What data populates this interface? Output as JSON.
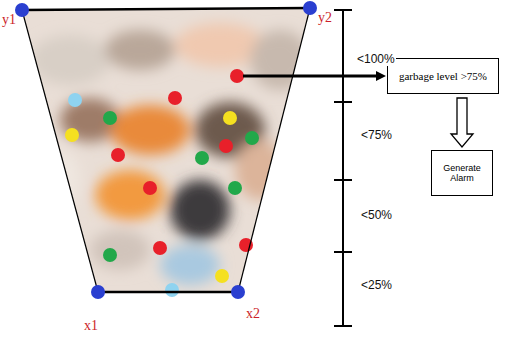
{
  "diagram": {
    "nodes": [
      {
        "text": [
          "garbage level >75%"
        ]
      },
      {
        "text": [
          "Generate Alarm"
        ]
      }
    ],
    "edges": [
      {
        "from": 0,
        "to": 1,
        "arrow": "to"
      }
    ],
    "labels": [
      "y1",
      "y2",
      "x1",
      "x2",
      "<100%",
      "<75%",
      "<50%",
      "<25%"
    ]
  }
}
